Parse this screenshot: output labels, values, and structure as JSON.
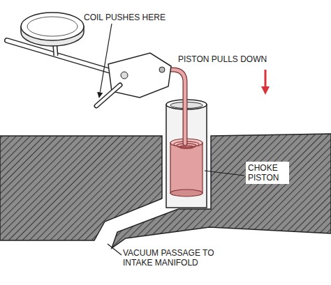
{
  "diagram": {
    "labels": [
      "COIL PUSHES HERE",
      "PISTON PULLS DOWN",
      "CHOKE PISTON",
      "VACUUM PASSAGE TO INTAKE MANIFOLD"
    ]
  }
}
